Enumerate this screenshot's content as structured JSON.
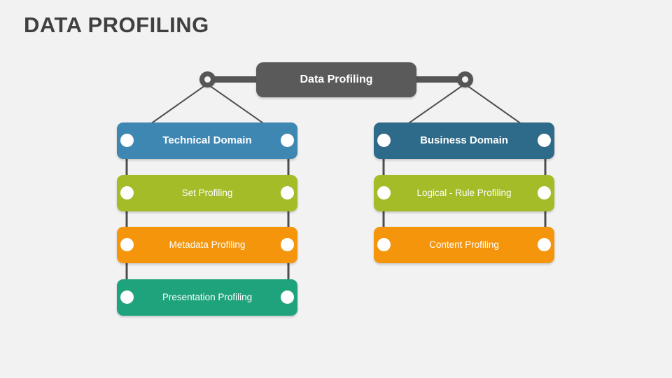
{
  "slide": {
    "title": "DATA PROFILING",
    "background_color": "#f2f2f2",
    "title_color": "#404040"
  },
  "diagram": {
    "type": "hierarchy-tree",
    "root": {
      "label": "Data Profiling",
      "color": "#5a5a5a",
      "text_color": "#ffffff"
    },
    "branches": [
      {
        "id": "technical",
        "header": {
          "label": "Technical Domain",
          "color": "#3e87b3",
          "text_color": "#ffffff"
        },
        "items": [
          {
            "label": "Set Profiling",
            "color": "#a4bc28",
            "text_color": "#ffffff"
          },
          {
            "label": "Metadata Profiling",
            "color": "#f4950c",
            "text_color": "#ffffff"
          },
          {
            "label": "Presentation Profiling",
            "color": "#1ea37c",
            "text_color": "#ffffff"
          }
        ]
      },
      {
        "id": "business",
        "header": {
          "label": "Business Domain",
          "color": "#2e6a89",
          "text_color": "#ffffff"
        },
        "items": [
          {
            "label": "Logical - Rule Profiling",
            "color": "#a4bc28",
            "text_color": "#ffffff"
          },
          {
            "label": "Content Profiling",
            "color": "#f4950c",
            "text_color": "#ffffff"
          }
        ]
      }
    ],
    "connector_color": "#4d4d4d",
    "node_dot_color": "#ffffff"
  }
}
